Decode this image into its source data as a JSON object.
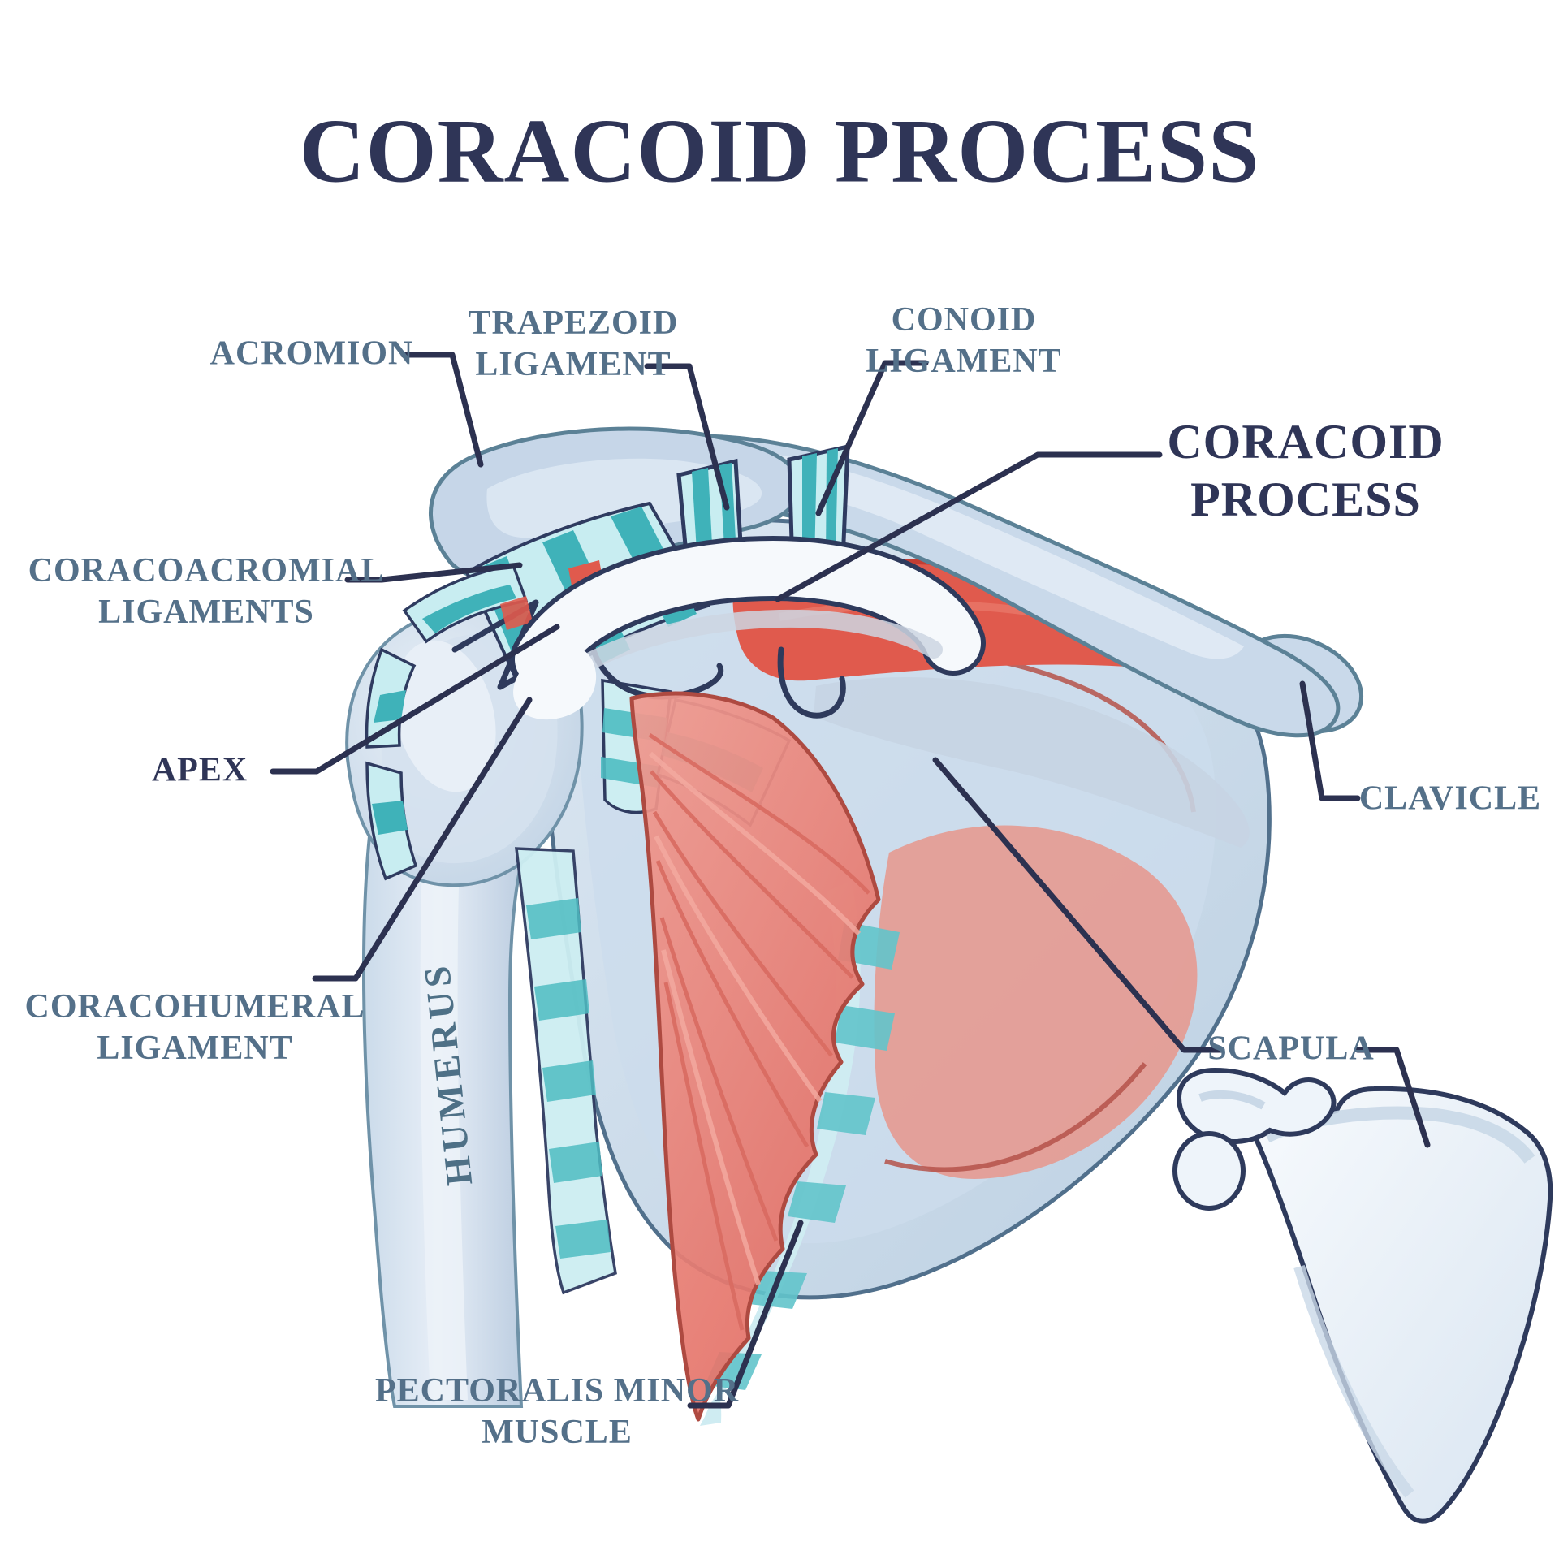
{
  "title": "CORACOID PROCESS",
  "labels": {
    "acromion": "ACROMION",
    "trapezoid_ligament": "TRAPEZOID\nLIGAMENT",
    "conoid_ligament": "CONOID\nLIGAMENT",
    "coracoid_process": "CORACOID\nPROCESS",
    "coracoacromial_ligaments": "CORACOACROMIAL\nLIGAMENTS",
    "apex": "APEX",
    "coracohumeral_ligament": "CORACOHUMERAL\nLIGAMENT",
    "humerus": "HUMERUS",
    "clavicle": "CLAVICLE",
    "scapula": "SCAPULA",
    "pectoralis_minor_muscle": "PECTORALIS MINOR\nMUSCLE"
  },
  "colors": {
    "title_navy": "#2f3557",
    "label_slate": "#547089",
    "leader_line": "#2c3150",
    "bone_fill": "#c9d9ea",
    "bone_highlight": "#dde8f3",
    "bone_outline": "#5b8196",
    "ligament_teal": "#3fb2b9",
    "ligament_light": "#c8edf1",
    "muscle_salmon": "#e8837b",
    "muscle_outline": "#ae4a41",
    "subclavius_red": "#e05a4d",
    "background": "#ffffff"
  }
}
